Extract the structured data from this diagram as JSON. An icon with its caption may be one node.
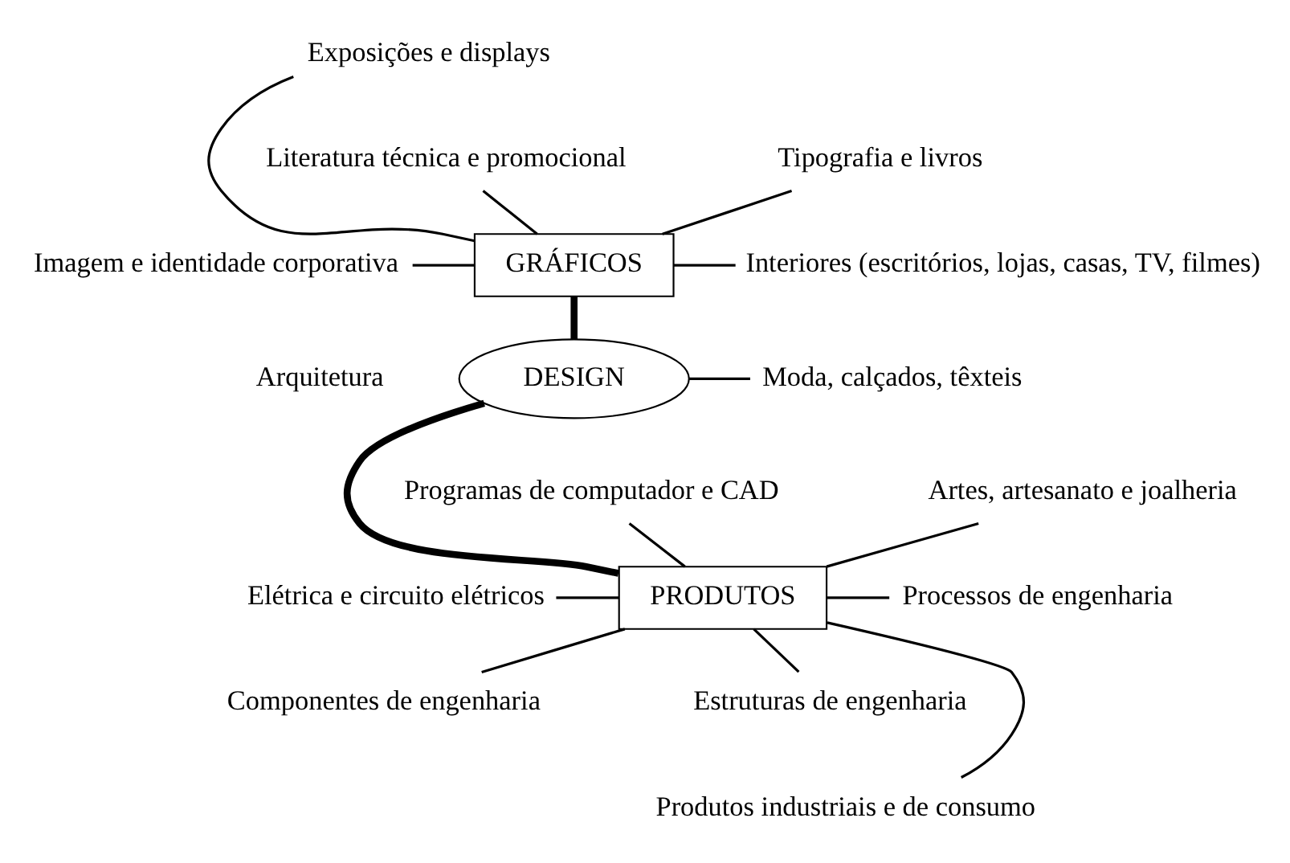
{
  "diagram": {
    "nodes": [
      {
        "text": [
          "Exposições e displays"
        ]
      },
      {
        "text": [
          "Literatura técnica e promocional"
        ]
      },
      {
        "text": [
          "Tipografia e livros"
        ]
      },
      {
        "text": [
          "Imagem e identidade corporativa"
        ]
      },
      {
        "text": [
          "GRÁFICOS"
        ]
      },
      {
        "text": [
          "Interiores (escritórios, lojas, casas, TV, filmes)"
        ]
      },
      {
        "text": [
          "DESIGN"
        ]
      },
      {
        "text": [
          "Moda, calçados, têxteis"
        ]
      },
      {
        "text": [
          "Programas de computador e CAD"
        ]
      },
      {
        "text": [
          "Artes, artesanato e joalheria"
        ]
      },
      {
        "text": [
          "PRODUTOS"
        ]
      },
      {
        "text": [
          "Elétrica e circuito elétricos"
        ]
      },
      {
        "text": [
          "Processos de engenharia"
        ]
      },
      {
        "text": [
          "Componentes de engenharia"
        ]
      },
      {
        "text": [
          "Estruturas de engenharia"
        ]
      },
      {
        "text": [
          "Produtos industriais e de consumo"
        ]
      }
    ],
    "edges": [
      {
        "from": 0,
        "to": 4,
        "arrow": "none"
      },
      {
        "from": 1,
        "to": 4,
        "arrow": "none"
      },
      {
        "from": 2,
        "to": 4,
        "arrow": "none"
      },
      {
        "from": 3,
        "to": 4,
        "arrow": "none"
      },
      {
        "from": 4,
        "to": 5,
        "arrow": "none"
      },
      {
        "from": 4,
        "to": 6,
        "arrow": "none",
        "style": "thick"
      },
      {
        "from": 6,
        "to": 7,
        "arrow": "none"
      },
      {
        "from": 6,
        "to": 10,
        "arrow": "none",
        "style": "thick"
      },
      {
        "from": 8,
        "to": 10,
        "arrow": "none"
      },
      {
        "from": 9,
        "to": 10,
        "arrow": "none"
      },
      {
        "from": 11,
        "to": 10,
        "arrow": "none"
      },
      {
        "from": 10,
        "to": 12,
        "arrow": "none"
      },
      {
        "from": 10,
        "to": 13,
        "arrow": "none"
      },
      {
        "from": 10,
        "to": 14,
        "arrow": "none"
      },
      {
        "from": 10,
        "to": 15,
        "arrow": "none"
      }
    ],
    "labels": [
      "Arquitetura"
    ]
  }
}
